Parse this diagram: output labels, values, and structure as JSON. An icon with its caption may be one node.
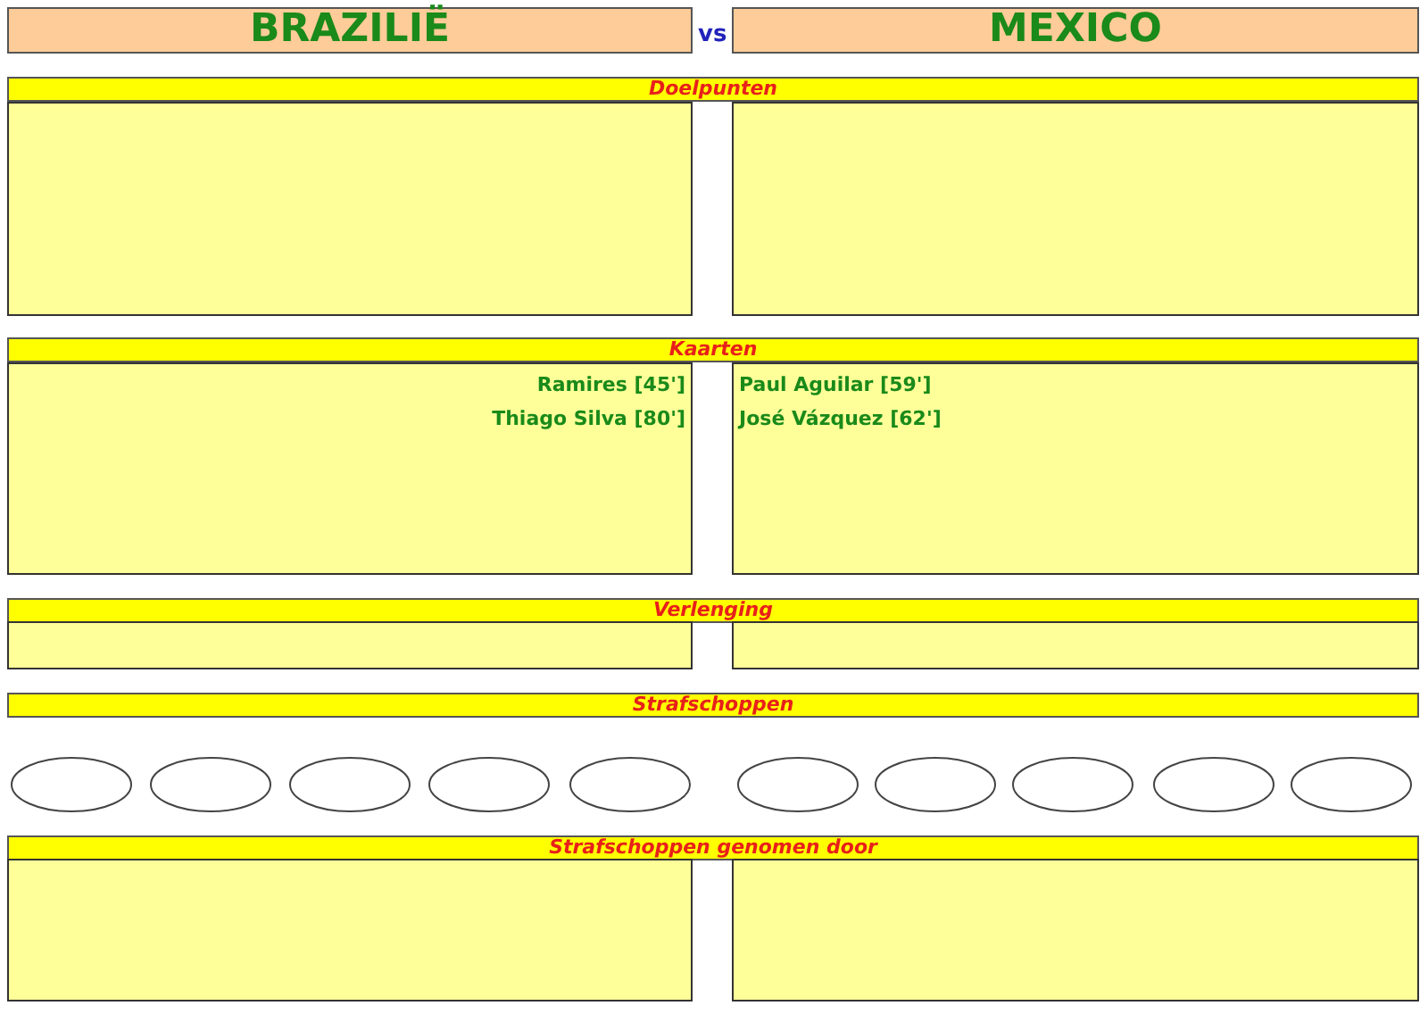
{
  "diagram": {
    "nodes": [
      {
        "text": [
          "BRAZILIË"
        ]
      },
      {
        "text": [
          "MEXICO"
        ]
      },
      {
        "text": [
          "Doelpunten"
        ]
      },
      {
        "text": [],
        "shape": "box"
      },
      {
        "text": [],
        "shape": "box"
      },
      {
        "text": [
          "Kaarten"
        ]
      },
      {
        "text": [
          "Ramires [45']",
          "Thiago Silva [80']"
        ]
      },
      {
        "text": [
          "Paul Aguilar [59']",
          "José Vázquez [62']"
        ]
      },
      {
        "text": [
          "Verlenging"
        ]
      },
      {
        "text": [],
        "shape": "box"
      },
      {
        "text": [],
        "shape": "box"
      },
      {
        "text": [
          "Strafschoppen"
        ]
      },
      {
        "text": [],
        "shape": "ellipse"
      },
      {
        "text": [],
        "shape": "ellipse"
      },
      {
        "text": [],
        "shape": "ellipse"
      },
      {
        "text": [],
        "shape": "ellipse"
      },
      {
        "text": [],
        "shape": "ellipse"
      },
      {
        "text": [],
        "shape": "ellipse"
      },
      {
        "text": [],
        "shape": "ellipse"
      },
      {
        "text": [],
        "shape": "ellipse"
      },
      {
        "text": [],
        "shape": "ellipse"
      },
      {
        "text": [],
        "shape": "ellipse"
      },
      {
        "text": [
          "Strafschoppen genomen door"
        ]
      },
      {
        "text": [],
        "shape": "box"
      },
      {
        "text": [],
        "shape": "box"
      }
    ],
    "edges": [],
    "labels": [
      "vs"
    ]
  }
}
